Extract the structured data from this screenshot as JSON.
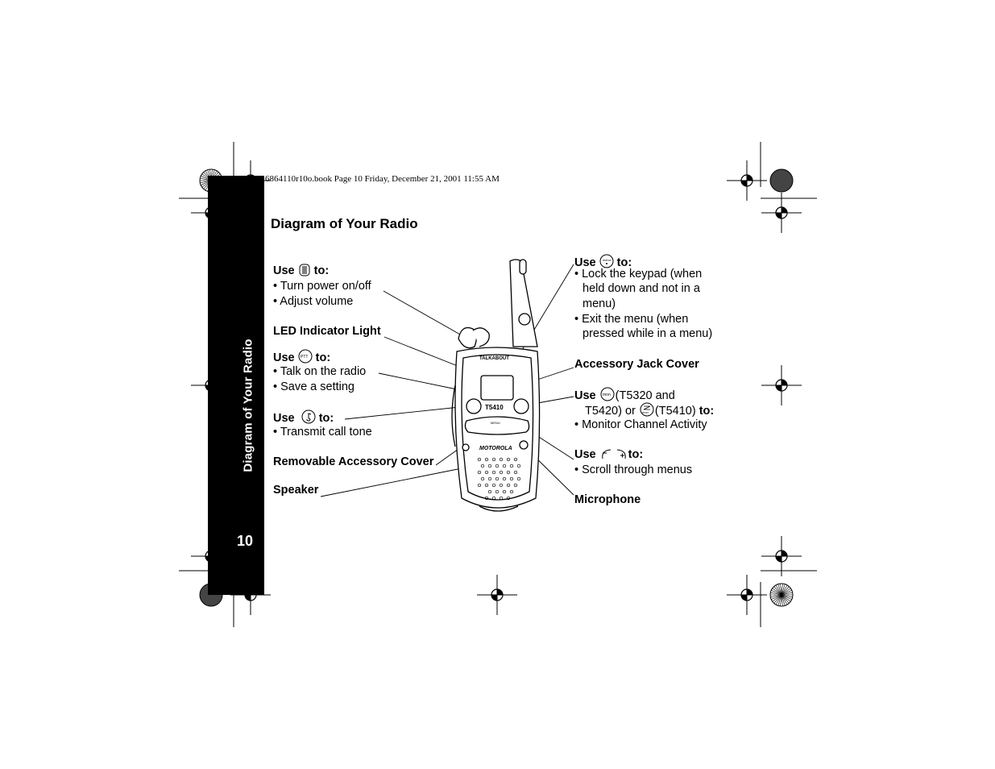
{
  "header": "6864110r10o.book  Page 10  Friday, December 21, 2001  11:55 AM",
  "sidebar": {
    "title": "Diagram of Your Radio",
    "page_number": "10"
  },
  "page_title": "Diagram of Your Radio",
  "left": {
    "power": {
      "prefix": "Use",
      "suffix": "to:",
      "items": [
        "• Turn power on/off",
        "• Adjust volume"
      ]
    },
    "led": {
      "label": "LED Indicator Light"
    },
    "ptt": {
      "prefix": "Use",
      "suffix": "to:",
      "items": [
        "• Talk on the radio",
        "• Save a setting"
      ]
    },
    "call": {
      "prefix": "Use",
      "suffix": "to:",
      "items": [
        "• Transmit call tone"
      ]
    },
    "cover": {
      "label": "Removable Accessory Cover"
    },
    "speaker": {
      "label": "Speaker"
    }
  },
  "right": {
    "menu": {
      "prefix": "Use",
      "suffix": "to:",
      "items": [
        "• Lock the keypad (when",
        "held down and not in a",
        "menu)",
        "• Exit the menu (when",
        "pressed while in a menu)"
      ]
    },
    "jack": {
      "label": "Accessory Jack Cover"
    },
    "monitor": {
      "prefix": "Use",
      "text1": "(T5320 and",
      "text2": "T5420) or",
      "text3": "(T5410)",
      "suffix": "to:",
      "items": [
        "• Monitor Channel Activity"
      ]
    },
    "scroll": {
      "prefix": "Use",
      "suffix": "to:",
      "items": [
        "• Scroll through menus"
      ]
    },
    "mic": {
      "label": "Microphone"
    }
  },
  "radio": {
    "brand": "MOTOROLA",
    "model": "T5410",
    "series": "TALKABOUT",
    "menu_label": "MENU"
  },
  "icons": [
    "power-knob-icon",
    "ptt-icon",
    "call-tone-icon",
    "menu-exit-icon",
    "monitor-icon",
    "minus-icon",
    "plus-icon"
  ]
}
